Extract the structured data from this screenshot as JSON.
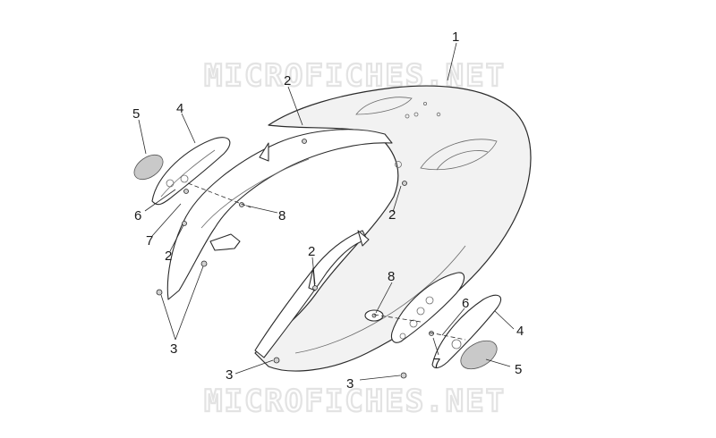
{
  "watermark": {
    "text": "MICROFICHES.NET"
  },
  "callouts": {
    "c1": "1",
    "c2a": "2",
    "c2b": "2",
    "c2c": "2",
    "c2d": "2",
    "c3a": "3",
    "c3b": "3",
    "c3c": "3",
    "c4a": "4",
    "c4b": "4",
    "c5a": "5",
    "c5b": "5",
    "c6a": "6",
    "c6b": "6",
    "c7a": "7",
    "c7b": "7",
    "c8a": "8",
    "c8b": "8"
  }
}
